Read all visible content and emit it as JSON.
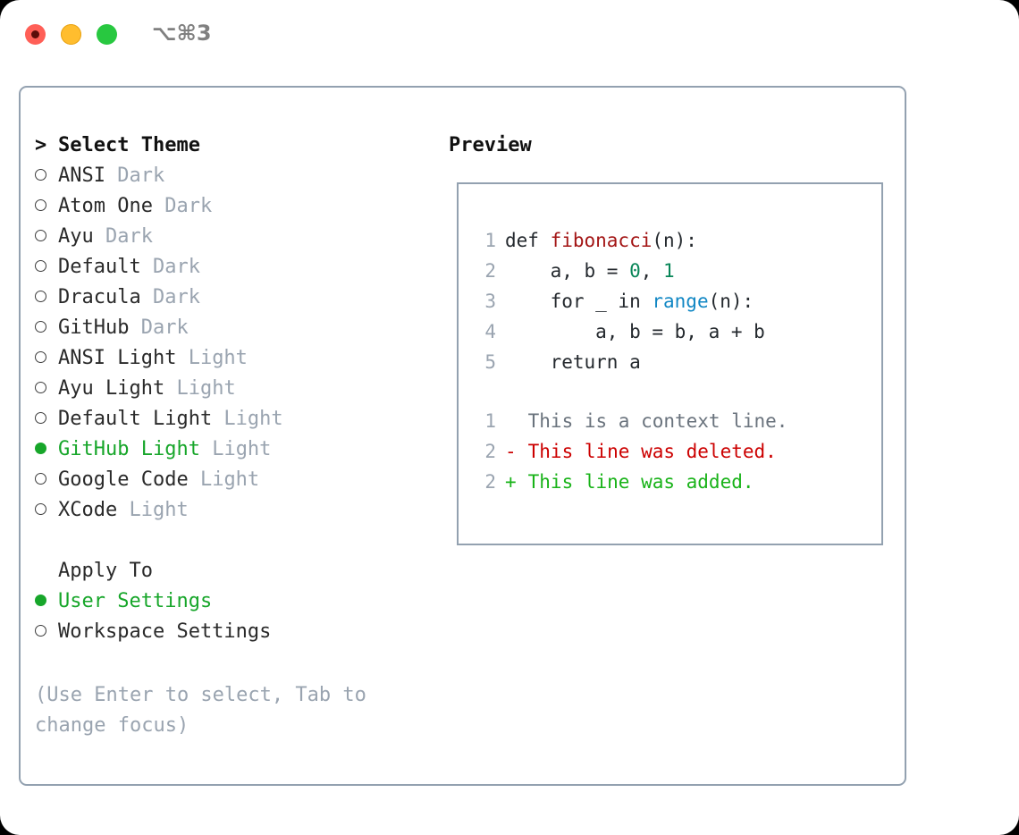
{
  "titlebar": {
    "shortcut": "⌥⌘3",
    "buttons": [
      "close",
      "minimize",
      "zoom"
    ]
  },
  "theme_list": {
    "header": "Select Theme",
    "header_marker": ">",
    "items": [
      {
        "label": "ANSI",
        "badge": "Dark",
        "selected": false
      },
      {
        "label": "Atom One",
        "badge": "Dark",
        "selected": false
      },
      {
        "label": "Ayu",
        "badge": "Dark",
        "selected": false
      },
      {
        "label": "Default",
        "badge": "Dark",
        "selected": false
      },
      {
        "label": "Dracula",
        "badge": "Dark",
        "selected": false
      },
      {
        "label": "GitHub",
        "badge": "Dark",
        "selected": false
      },
      {
        "label": "ANSI Light",
        "badge": "Light",
        "selected": false
      },
      {
        "label": "Ayu Light",
        "badge": "Light",
        "selected": false
      },
      {
        "label": "Default Light",
        "badge": "Light",
        "selected": false
      },
      {
        "label": "GitHub Light",
        "badge": "Light",
        "selected": true
      },
      {
        "label": "Google Code",
        "badge": "Light",
        "selected": false
      },
      {
        "label": "XCode",
        "badge": "Light",
        "selected": false
      }
    ]
  },
  "apply_to": {
    "header": "Apply To",
    "items": [
      {
        "label": "User Settings",
        "selected": true
      },
      {
        "label": "Workspace Settings",
        "selected": false
      }
    ]
  },
  "hint": "(Use Enter to select, Tab to change focus)",
  "preview": {
    "title": "Preview",
    "code_lines": [
      {
        "num": "1",
        "tokens": [
          {
            "text": "def ",
            "kind": "plain"
          },
          {
            "text": "fibonacci",
            "kind": "fn"
          },
          {
            "text": "(n):",
            "kind": "plain"
          }
        ]
      },
      {
        "num": "2",
        "tokens": [
          {
            "text": "    a, b = ",
            "kind": "plain"
          },
          {
            "text": "0",
            "kind": "num"
          },
          {
            "text": ", ",
            "kind": "plain"
          },
          {
            "text": "1",
            "kind": "num"
          }
        ]
      },
      {
        "num": "3",
        "tokens": [
          {
            "text": "    for _ in ",
            "kind": "plain"
          },
          {
            "text": "range",
            "kind": "call"
          },
          {
            "text": "(n):",
            "kind": "plain"
          }
        ]
      },
      {
        "num": "4",
        "tokens": [
          {
            "text": "        a, b = b, a + b",
            "kind": "plain"
          }
        ]
      },
      {
        "num": "5",
        "tokens": [
          {
            "text": "    return a",
            "kind": "plain"
          }
        ]
      }
    ],
    "diff_lines": [
      {
        "num": "1",
        "sign": " ",
        "text": "This is a context line.",
        "kind": "context"
      },
      {
        "num": "2",
        "sign": "-",
        "text": "This line was deleted.",
        "kind": "deleted"
      },
      {
        "num": "2",
        "sign": "+",
        "text": "This line was added.",
        "kind": "added"
      }
    ]
  },
  "colors": {
    "selected_green": "#17a62a",
    "badge_gray": "#9aa4b0",
    "border": "#93a1b0",
    "diff_add": "#19b319",
    "diff_del": "#cc0000",
    "diff_ctx": "#6a737d",
    "code_fn": "#a31515",
    "code_num": "#098658",
    "code_call": "#1187c4"
  }
}
